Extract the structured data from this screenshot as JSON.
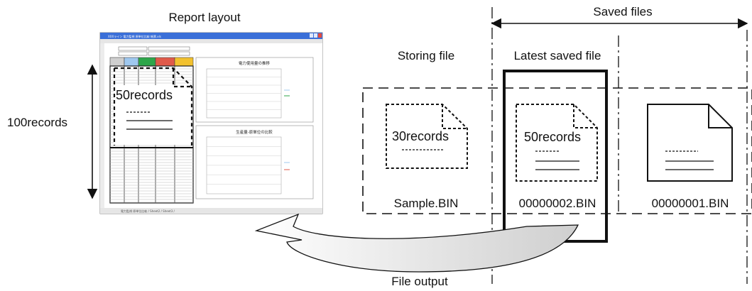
{
  "report_layout": {
    "title": "Report layout",
    "records_label": "50records",
    "side_label": "100records",
    "window_title": "XXXライン 電力監視 原単位比較 帳票.xls",
    "chart1_title": "電力使用量の推移",
    "chart2_title": "生産量-原単位の比較",
    "sheet_tabs": "電力監視 原単位比較 / Sheet2 / Sheet3 /"
  },
  "saved_files_label": "Saved files",
  "storing_file_label": "Storing file",
  "latest_saved_label": "Latest  saved file",
  "files": [
    {
      "records": "30records",
      "name": "Sample.BIN"
    },
    {
      "records": "50records",
      "name": "00000002.BIN"
    },
    {
      "records": "",
      "name": "00000001.BIN"
    }
  ],
  "file_output_label": "File output",
  "colors": {
    "titlebar": "#3a6fd8",
    "header_green": "#2ea64a",
    "header_blue": "#9fc8ef",
    "header_red": "#e05a4a",
    "header_yellow": "#f2c12e",
    "arrow_fill": "#d9d9d9"
  }
}
